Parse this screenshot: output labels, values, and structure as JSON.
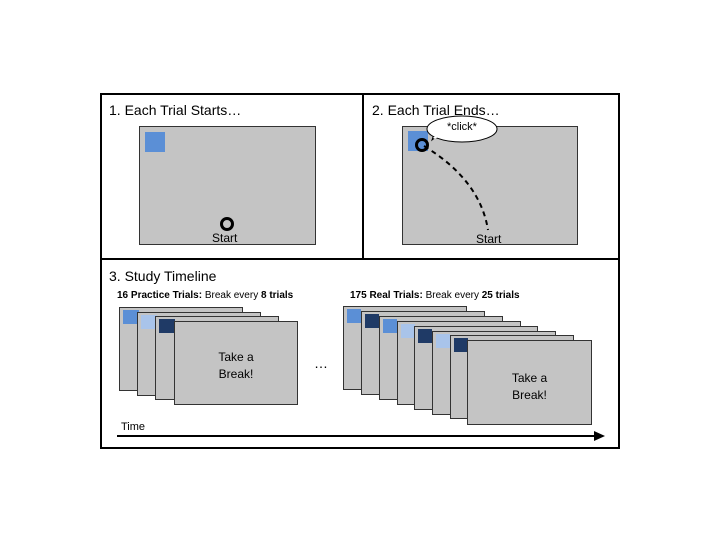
{
  "panel1": {
    "title": "1. Each Trial Starts…",
    "start_label": "Start"
  },
  "panel2": {
    "title": "2. Each Trial Ends…",
    "start_label": "Start",
    "click_bubble": "*click*"
  },
  "panel3": {
    "title": "3. Study Timeline",
    "practice": {
      "count_label": "16 Practice Trials:",
      "text": " Break every ",
      "num": "8 trials"
    },
    "real": {
      "count_label": "175 Real Trials:",
      "text": " Break every ",
      "num": "25 trials"
    },
    "break_line1": "Take a",
    "break_line2": "Break!",
    "ellipsis": "…",
    "time_label": "Time"
  },
  "colors": {
    "target_blue": "#5b8fd6",
    "light_blue": "#a9c4ea",
    "dark_navy": "#1f3a66",
    "screen_gray": "#c4c4c4"
  }
}
